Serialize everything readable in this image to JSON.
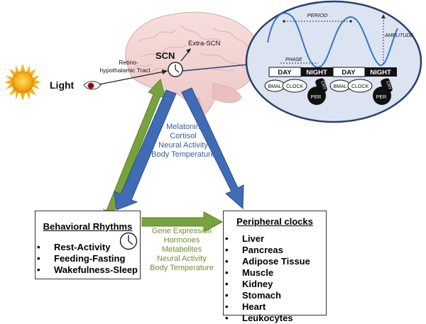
{
  "light": {
    "label": "Light"
  },
  "tract": {
    "line1": "Retino-",
    "line2": "hypothalamic Tract"
  },
  "scn": {
    "label": "SCN",
    "extra": "Extra-SCN"
  },
  "inset": {
    "period": "PERIOD",
    "amplitude": "AMPLITUDE",
    "phase": "PHASE",
    "bar": [
      "DAY",
      "NIGHT",
      "DAY",
      "NIGHT"
    ],
    "clock_parts": {
      "bmal": "BMAL",
      "clock": "CLOCK",
      "per": "PER",
      "cry": "CRY"
    }
  },
  "scn_outputs": [
    "Melatonin",
    "Cortisol",
    "Neural Activity",
    "Body Temperature"
  ],
  "behavioral": {
    "title": "Behavioral Rhythms",
    "items": [
      "Rest-Activity",
      "Feeding-Fasting",
      "Wakefulness-Sleep"
    ]
  },
  "behavior_outputs": [
    "Gene Expression",
    "Hormones",
    "Metabolites",
    "Neural Activity",
    "Body Temperature"
  ],
  "peripheral": {
    "title": "Peripheral clocks",
    "items": [
      "Liver",
      "Pancreas",
      "Adipose Tissue",
      "Muscle",
      "Kidney",
      "Stomach",
      "Heart",
      "Leukocytes"
    ]
  },
  "colors": {
    "green_arrow": "#77a33c",
    "blue_arrow": "#3f6cb5",
    "blue_text": "#3a5f9e",
    "green_text": "#6f8f32",
    "inset_bg": "#dce4f2",
    "inset_border": "#27406e",
    "wave": "#3a74c9"
  }
}
